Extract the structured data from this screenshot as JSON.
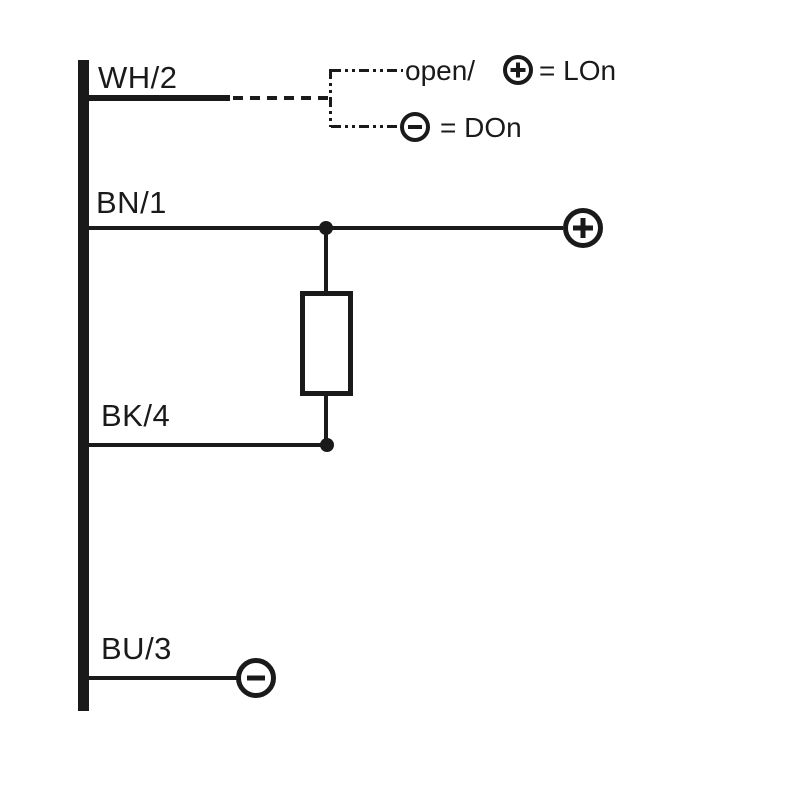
{
  "diagram": {
    "type": "sensor-wiring-connection-diagram",
    "colors": {
      "line": "#1a1a1a",
      "background": "#ffffff"
    },
    "wires": [
      {
        "label": "WH/2"
      },
      {
        "label": "BN/1"
      },
      {
        "label": "BK/4"
      },
      {
        "label": "BU/3"
      }
    ],
    "annotations": {
      "open_label": "open/",
      "light_on_label": "= LOn",
      "dark_on_label": "= DOn"
    },
    "terminals": {
      "bn_terminal_icon": "plus-in-circle",
      "bu_terminal_icon": "minus-in-circle",
      "lon_symbol_icon": "plus-in-circle",
      "don_symbol_icon": "minus-in-circle"
    }
  }
}
